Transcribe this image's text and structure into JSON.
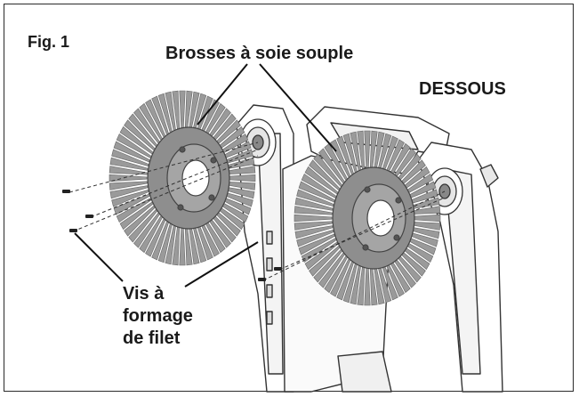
{
  "figure": {
    "fig_label": "Fig. 1",
    "brushes_label": "Brosses à soie souple",
    "underside_label": "DESSOUS",
    "screw_label_lines": [
      "Vis à",
      "formage",
      "de filet"
    ]
  },
  "colors": {
    "ink": "#1a1a1a",
    "brush_bristle": "#9a9a9a",
    "brush_hub": "#8a8a8a",
    "frame_border": "#2a2a2a"
  }
}
